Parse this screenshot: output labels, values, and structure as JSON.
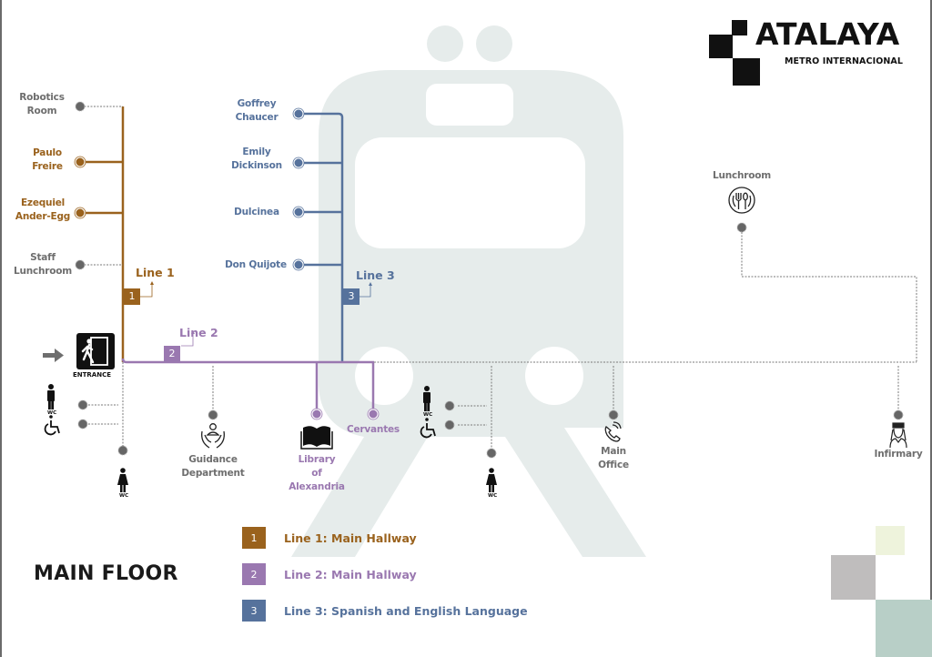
{
  "brand": {
    "name": "ATALAYA",
    "subtitle": "METRO INTERNACIONAL"
  },
  "floor_title": "MAIN FLOOR",
  "colors": {
    "line1": "#9a621d",
    "line2": "#9a78b0",
    "line3": "#56729c",
    "service": "#6e6e6e",
    "background_train": "#e6eceb"
  },
  "lines": [
    {
      "number": "1",
      "tag": "Line 1",
      "legend": "Line 1:  Main Hallway"
    },
    {
      "number": "2",
      "tag": "Line 2",
      "legend": "Line 2:  Main Hallway"
    },
    {
      "number": "3",
      "tag": "Line 3",
      "legend": "Line 3:  Spanish and English Language"
    }
  ],
  "stations": {
    "line1": [
      {
        "name": "Robotics\nRoom",
        "l1": "Robotics",
        "l2": "Room",
        "type": "service"
      },
      {
        "name": "Paulo Freire",
        "l1": "Paulo",
        "l2": "Freire",
        "type": "classroom"
      },
      {
        "name": "Ezequiel Ander-Egg",
        "l1": "Ezequiel",
        "l2": "Ander-Egg",
        "type": "classroom"
      },
      {
        "name": "Staff Lunchroom",
        "l1": "Staff",
        "l2": "Lunchroom",
        "type": "service"
      }
    ],
    "line2": [
      {
        "name": "Library of Alexandria",
        "l1": "Library",
        "l2": "of",
        "l3": "Alexandria"
      },
      {
        "name": "Cervantes",
        "l1": "Cervantes"
      }
    ],
    "line3": [
      {
        "name": "Goffrey Chaucer",
        "l1": "Goffrey",
        "l2": "Chaucer"
      },
      {
        "name": "Emily Dickinson",
        "l1": "Emily",
        "l2": "Dickinson"
      },
      {
        "name": "Dulcinea",
        "l1": "Dulcinea"
      },
      {
        "name": "Don Quijote",
        "l1": "Don Quijote"
      }
    ]
  },
  "services": {
    "entrance": "ENTRANCE",
    "wc": "WC",
    "guidance": {
      "l1": "Guidance",
      "l2": "Department"
    },
    "main_office": {
      "l1": "Main",
      "l2": "Office"
    },
    "lunchroom": "Lunchroom",
    "infirmary": "Infirmary"
  },
  "icons": [
    "entrance-door-icon",
    "arrow-right-icon",
    "wc-male-icon",
    "wc-female-icon",
    "wheelchair-icon",
    "guidance-hands-icon",
    "book-icon",
    "phone-icon",
    "cutlery-icon",
    "nurse-icon"
  ]
}
